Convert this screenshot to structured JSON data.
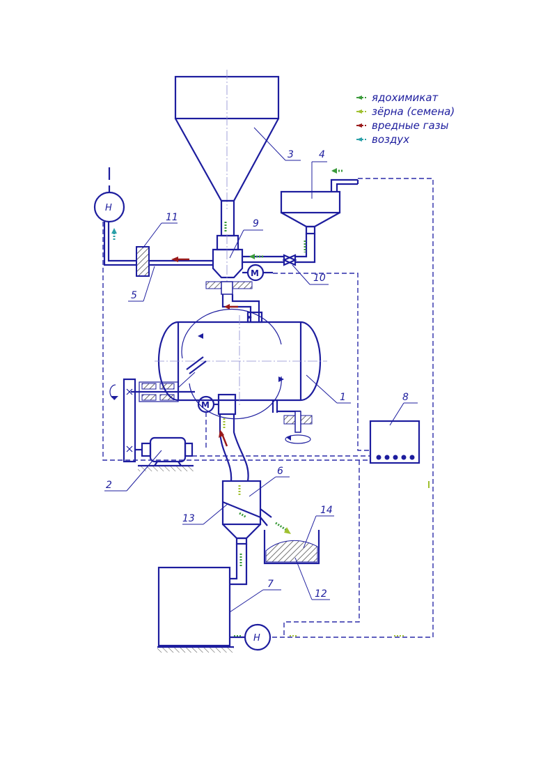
{
  "legend": [
    {
      "label": "ядохимикат",
      "color": "#3a9a3a"
    },
    {
      "label": "зёрна (семена)",
      "color": "#a0c030"
    },
    {
      "label": "вредные газы",
      "color": "#9a1a1a"
    },
    {
      "label": "воздух",
      "color": "#2aa0a8"
    }
  ],
  "labels": {
    "n1": "1",
    "n2": "2",
    "n3": "3",
    "n4": "4",
    "n5": "5",
    "n6": "6",
    "n7": "7",
    "n8": "8",
    "n9": "9",
    "n10": "10",
    "n11": "11",
    "n12": "12",
    "n13": "13",
    "n14": "14",
    "motor1": "M",
    "motor2": "M",
    "pump1": "H",
    "pump2": "H"
  },
  "colors": {
    "line": "#1d1d9e",
    "hatch": "#333333"
  }
}
